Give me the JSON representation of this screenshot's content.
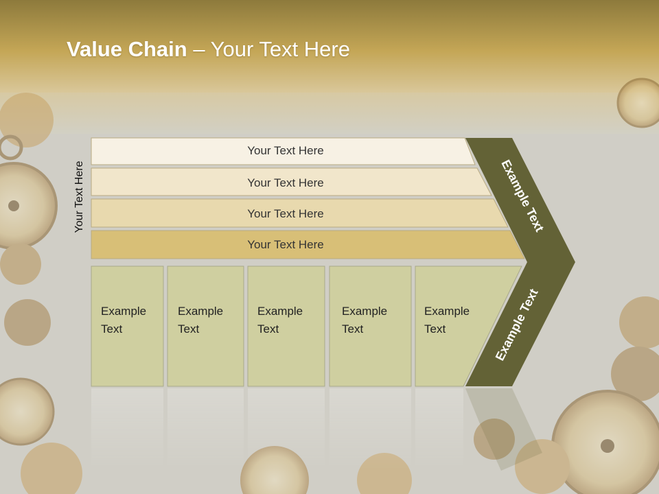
{
  "slide": {
    "title_bold": "Value Chain",
    "title_rest": " – Your Text Here",
    "vertical_label": "Your Text Here",
    "rows": [
      "Your Text Here",
      "Your Text Here",
      "Your Text Here",
      "Your Text Here"
    ],
    "cells": [
      [
        "Example",
        "Text"
      ],
      [
        "Example",
        "Text"
      ],
      [
        "Example",
        "Text"
      ],
      [
        "Example",
        "Text"
      ],
      [
        "Example",
        "Text"
      ]
    ],
    "arrow_top_label": "Example Text",
    "arrow_bottom_label": "Example Text"
  },
  "colors": {
    "header_band": "#b89a45",
    "row_fills": [
      "#f7f1e4",
      "#f1e6cb",
      "#e8d9ae",
      "#d8bf77"
    ],
    "cell_fill": "#cfcfa0",
    "arrow_fill": "#636236",
    "gear_tone": "#b8955a"
  }
}
